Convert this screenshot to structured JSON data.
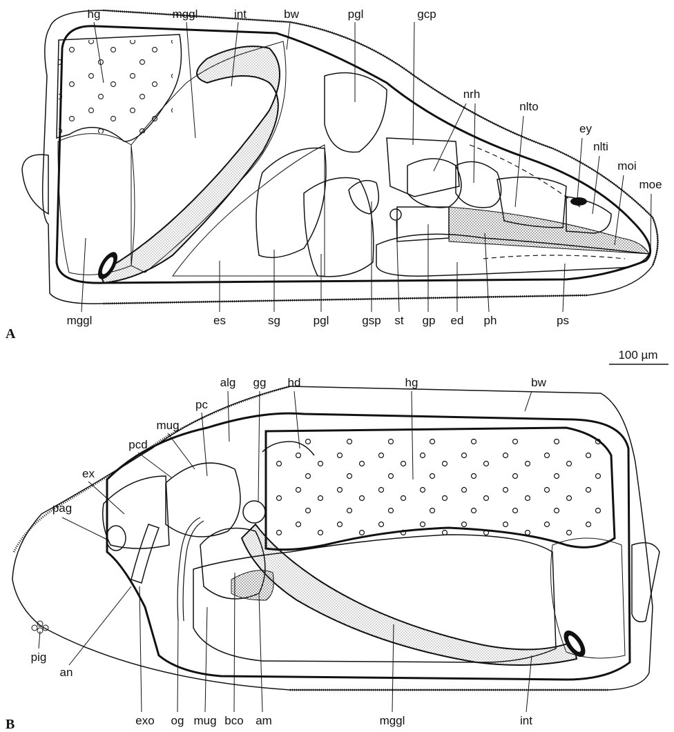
{
  "panels": [
    {
      "id": "A",
      "letter": "A",
      "labels": [
        "hg",
        "mggl",
        "int",
        "bw",
        "pgl",
        "gcp",
        "nrh",
        "nlto",
        "ey",
        "nlti",
        "moi",
        "moe",
        "mggl",
        "es",
        "sg",
        "pgl",
        "gsp",
        "st",
        "gp",
        "ed",
        "ph",
        "ps"
      ]
    },
    {
      "id": "B",
      "letter": "B",
      "labels": [
        "alg",
        "gg",
        "hd",
        "hg",
        "bw",
        "pc",
        "mug",
        "pcd",
        "ex",
        "pag",
        "pig",
        "an",
        "exo",
        "og",
        "mug",
        "bco",
        "am",
        "mggl",
        "int"
      ]
    }
  ],
  "scale_bar": {
    "label": "100 µm"
  },
  "colors": {
    "ink": "#111111",
    "paper": "#ffffff"
  }
}
